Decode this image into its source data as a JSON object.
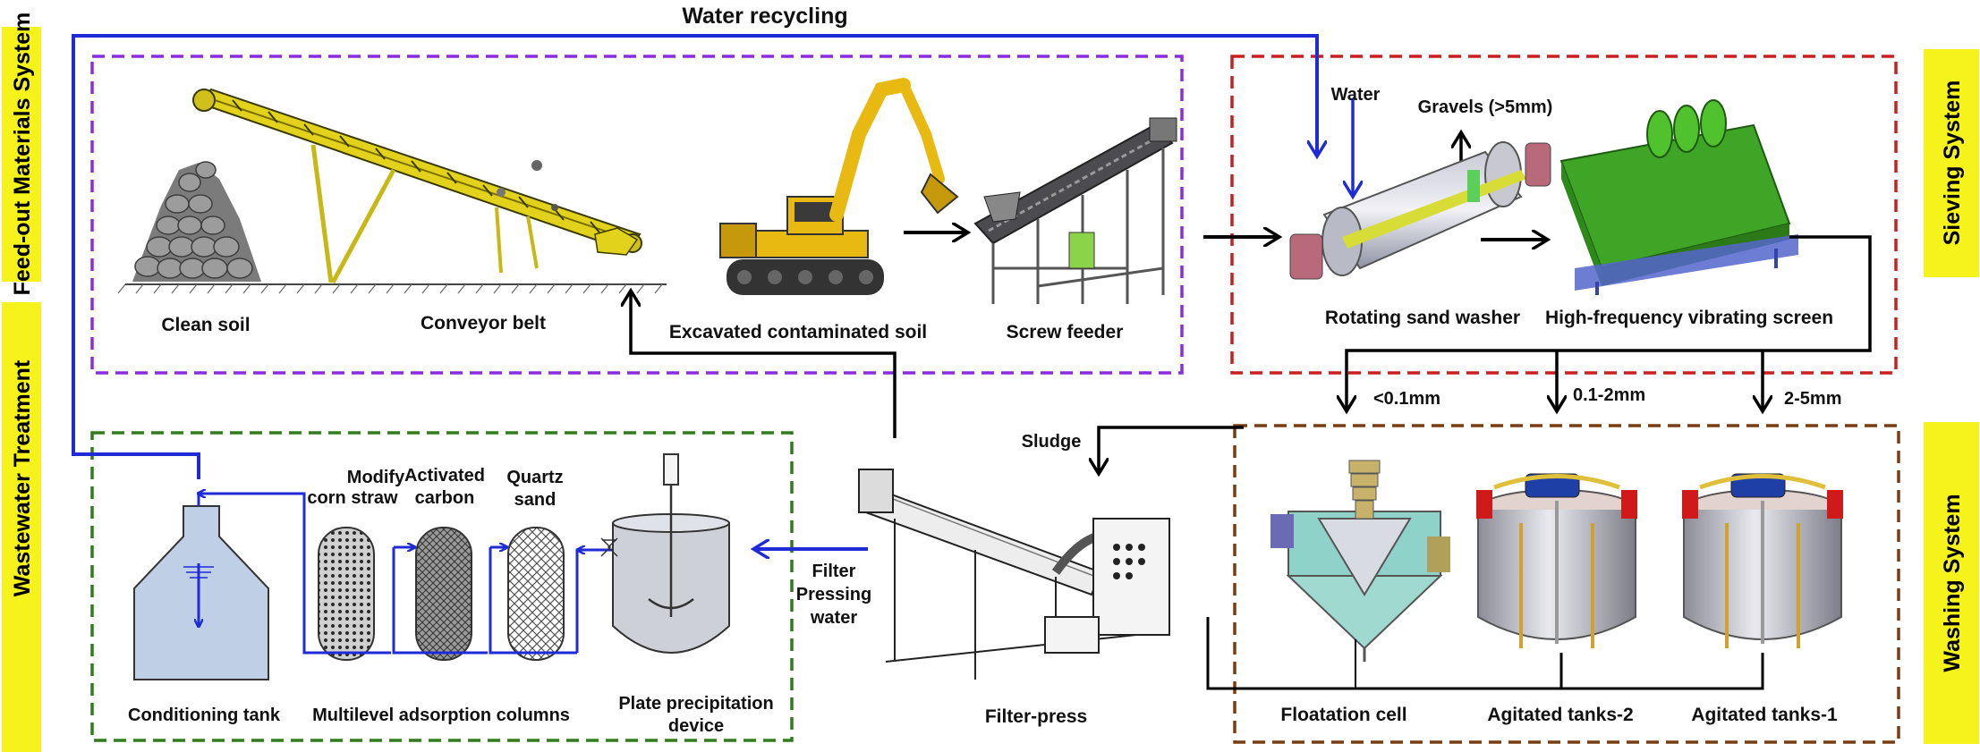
{
  "side_labels": {
    "left_top": "Feed-out Materials System",
    "left_bottom": "Wastewater  Treatment",
    "right_top": "Sieving  System",
    "right_bottom": "Washing  System"
  },
  "top_label": "Water recycling",
  "feed_out": {
    "clean_soil": "Clean soil",
    "conveyor_belt": "Conveyor belt",
    "excavated_soil": "Excavated contaminated soil",
    "screw_feeder": "Screw feeder"
  },
  "sieving": {
    "water": "Water",
    "gravels": "Gravels (>5mm)",
    "rotating_washer": "Rotating sand washer",
    "vibrating_screen": "High-frequency vibrating screen"
  },
  "fractions": {
    "fine": "<0.1mm",
    "medium": "0.1-2mm",
    "coarse": "2-5mm"
  },
  "sludge": "Sludge",
  "filter_press": "Filter-press",
  "filter_water": [
    "Filter",
    "Pressing",
    "water"
  ],
  "wastewater": {
    "modify_corn_straw": [
      "Modify",
      "corn straw"
    ],
    "activated_carbon": [
      "Activated",
      "carbon"
    ],
    "quartz_sand": [
      "Quartz",
      "sand"
    ],
    "conditioning_tank": "Conditioning tank",
    "adsorption_columns": "Multilevel adsorption columns",
    "plate_precipitation": [
      "Plate precipitation",
      "device"
    ]
  },
  "washing": {
    "floatation_cell": "Floatation cell",
    "agitated_2": "Agitated tanks-2",
    "agitated_1": "Agitated tanks-1"
  },
  "colors": {
    "side_label_bg": "#f5f21c",
    "feed_box": "#8a2be2",
    "sieve_box": "#cc1f1f",
    "wastewater_box": "#2e7d1a",
    "washing_box": "#7a3d12",
    "water_line": "#1f2bd6",
    "flow_line": "#000000"
  }
}
